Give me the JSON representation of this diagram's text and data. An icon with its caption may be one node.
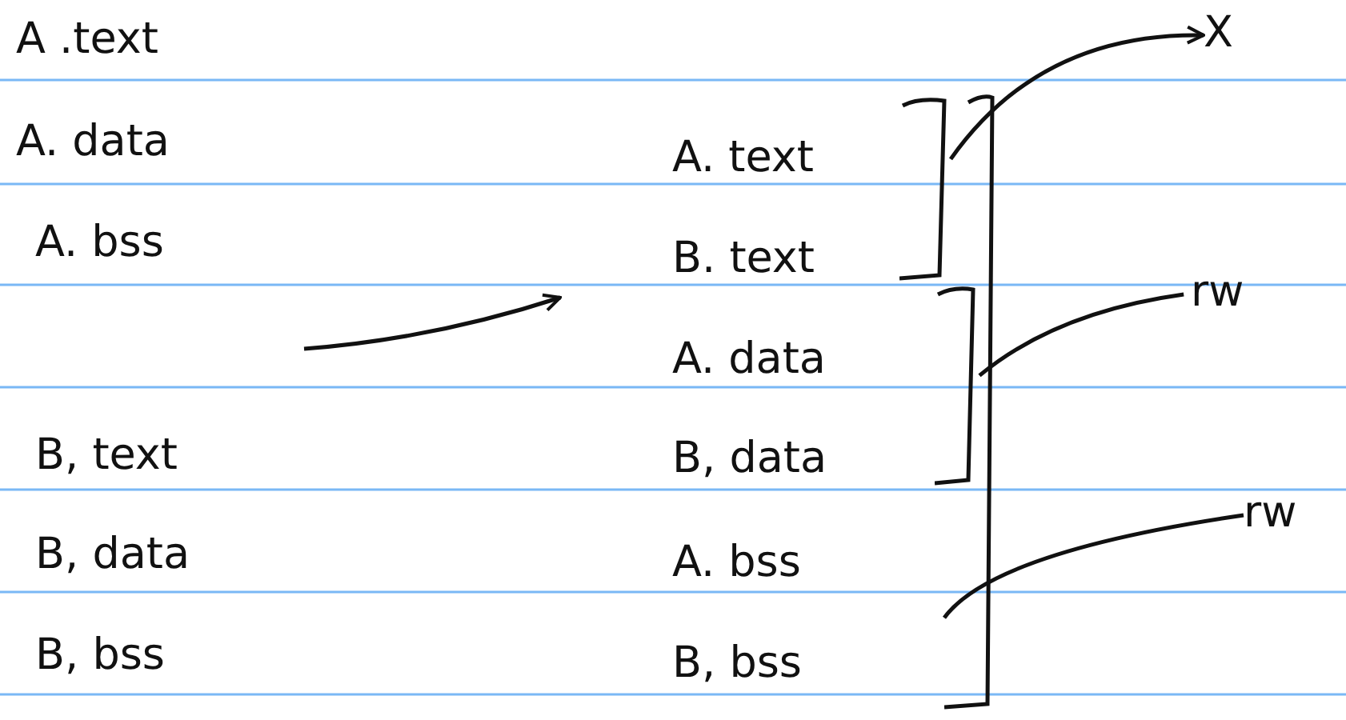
{
  "diagram": {
    "nodes": [
      {
        "text": [
          "X"
        ]
      },
      {
        "text": [],
        "shape": "bracket"
      },
      {
        "text": [],
        "shape": "bracket"
      },
      {
        "text": [
          "rw"
        ]
      },
      {
        "text": [],
        "shape": "bracket"
      },
      {
        "text": [
          "rw"
        ]
      }
    ],
    "edges": [
      {
        "from": 1,
        "to": 0,
        "arrow": "to"
      },
      {
        "from": 3,
        "to": 4,
        "arrow": "none"
      },
      {
        "from": 5,
        "to": 2,
        "arrow": "none"
      }
    ],
    "labels": [
      "A .text",
      "A. data",
      "A. bss",
      "B, text",
      "B, data",
      "B, bss",
      "A. text",
      "B. text",
      "A. data",
      "B, data",
      "A. bss",
      "B, bss"
    ]
  }
}
